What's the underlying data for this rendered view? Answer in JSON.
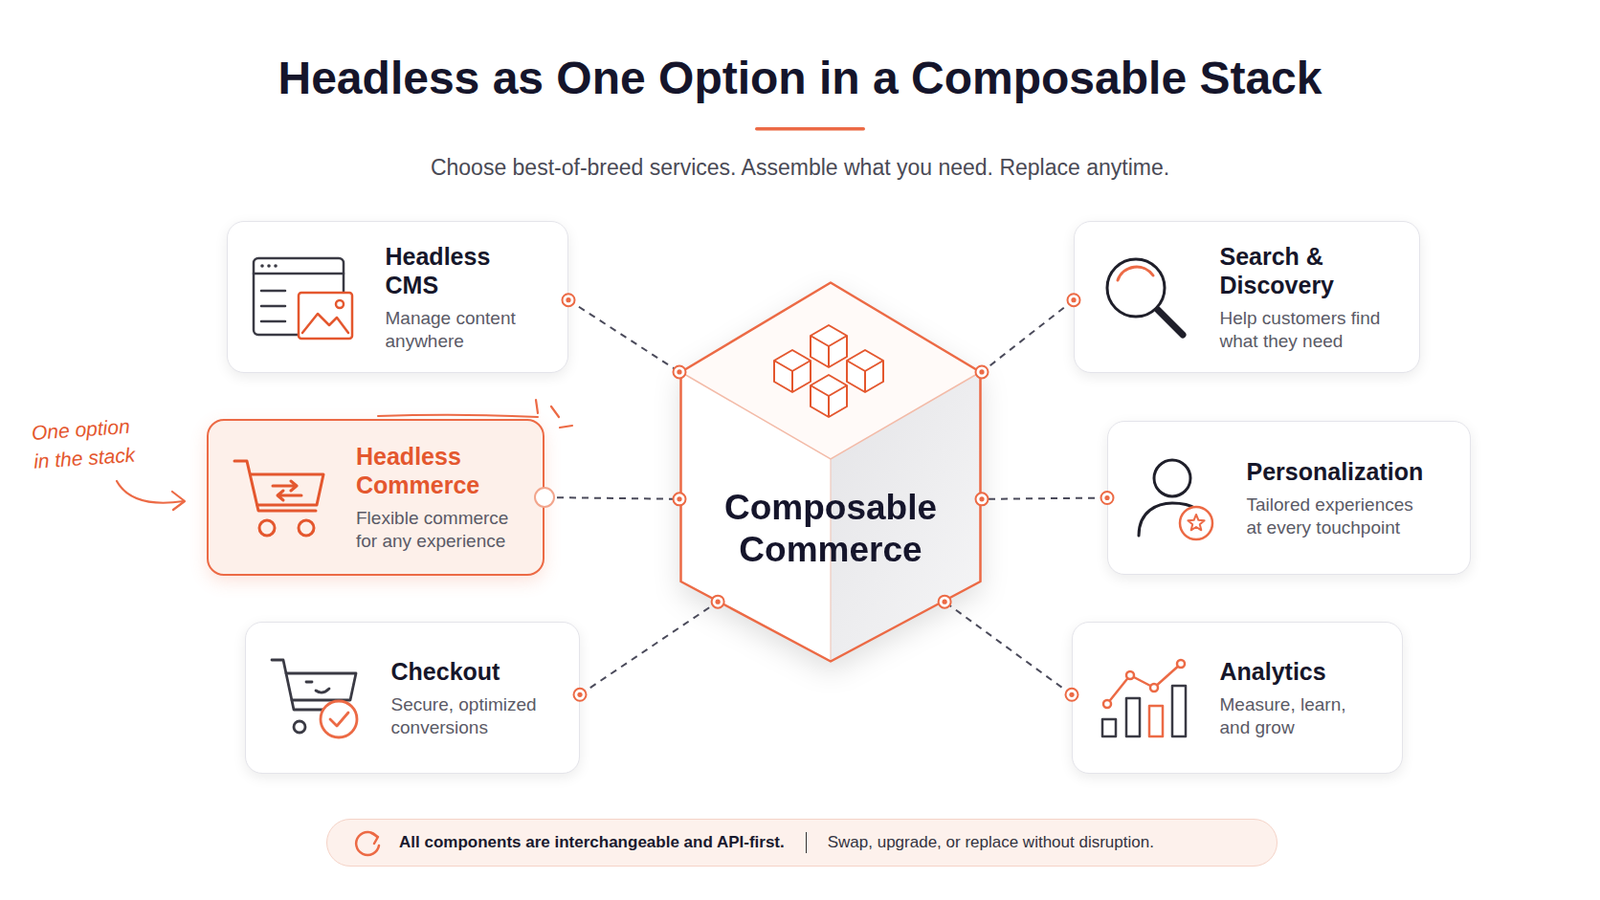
{
  "diagram": {
    "title": "Headless as One Option in a Composable Stack",
    "nodes": [
      {
        "text": [
          "Headless CMS",
          "Manage content anywhere"
        ]
      },
      {
        "text": [
          "Search & Discovery",
          "Help customers find what they need"
        ]
      },
      {
        "text": [
          "Headless Commerce",
          "Flexible commerce for any experience"
        ]
      },
      {
        "text": [
          "Composable Commerce"
        ]
      },
      {
        "text": [
          "Personalization",
          "Tailored experiences at every touchpoint"
        ]
      },
      {
        "text": [
          "Checkout",
          "Secure, optimized conversions"
        ]
      },
      {
        "text": [
          "Analytics",
          "Measure, learn, and grow"
        ]
      },
      {
        "text": [
          "All components are interchangeable and API-first.",
          "Swap, upgrade, or replace without disruption."
        ]
      }
    ],
    "edges": [
      {
        "from": 0,
        "to": 3,
        "arrow": "none"
      },
      {
        "from": 1,
        "to": 3,
        "arrow": "none"
      },
      {
        "from": 2,
        "to": 3,
        "arrow": "none"
      },
      {
        "from": 4,
        "to": 3,
        "arrow": "none"
      },
      {
        "from": 5,
        "to": 3,
        "arrow": "none"
      },
      {
        "from": 6,
        "to": 3,
        "arrow": "none"
      }
    ],
    "labels": [
      "Choose best-of-breed services. Assemble what you need. Replace anytime.",
      "One option in the stack"
    ]
  }
}
